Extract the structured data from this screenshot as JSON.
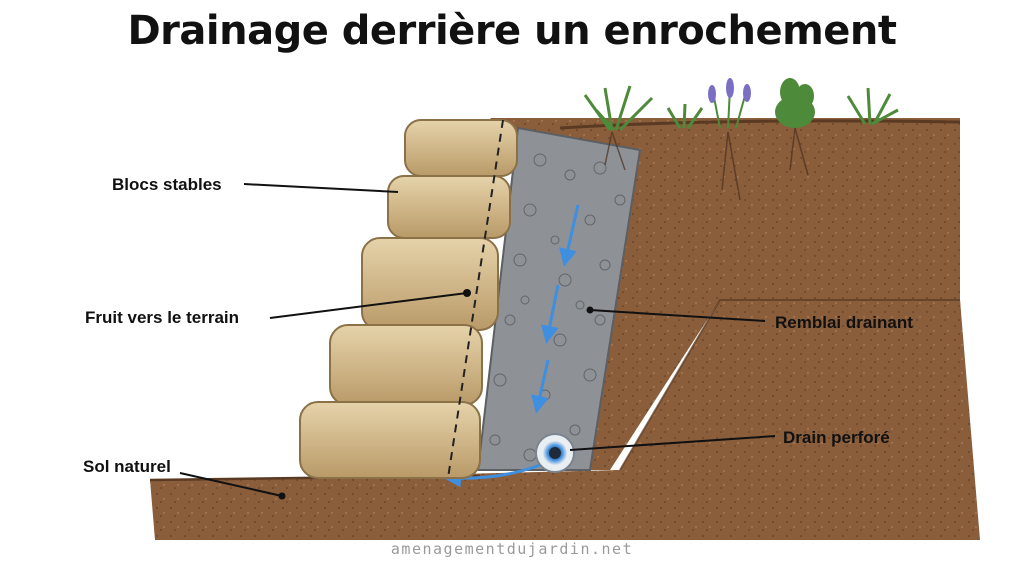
{
  "title": "Drainage derrière un enrochement",
  "labels": {
    "blocks": "Blocs stables",
    "batter": "Fruit vers le terrain",
    "natural_soil": "Sol naturel",
    "backfill": "Remblai drainant",
    "drain": "Drain perforé"
  },
  "watermark": "amenagementdujardin.net",
  "colors": {
    "soil": "#8a5d3b",
    "gravel": "#8e9196",
    "stone": "#d7bf91",
    "water": "#3f8fe0",
    "plants": "#4d8a3a",
    "lavender": "#7b6fc4"
  }
}
